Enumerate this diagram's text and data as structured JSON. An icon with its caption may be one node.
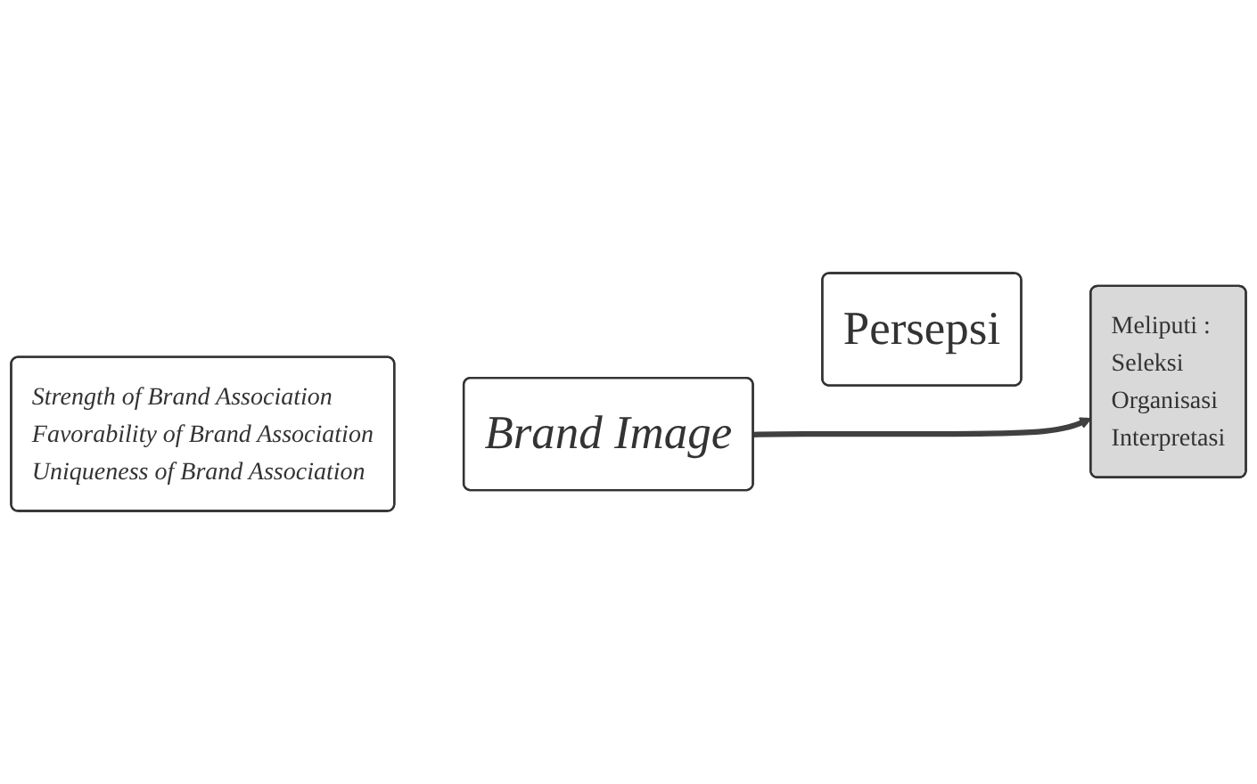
{
  "diagram": {
    "nodes": [
      {
        "text": [
          "Strength of Brand Association",
          "Favorability of Brand Association",
          "Uniqueness of Brand Association"
        ]
      },
      {
        "text": [
          "Brand Image"
        ]
      },
      {
        "text": [
          "Persepsi"
        ]
      },
      {
        "text": [
          "Meliputi :",
          "Seleksi",
          "Organisasi",
          "Interpretasi"
        ]
      }
    ],
    "edges": [
      {
        "from": 1,
        "to": 3,
        "arrow": "to"
      }
    ]
  }
}
